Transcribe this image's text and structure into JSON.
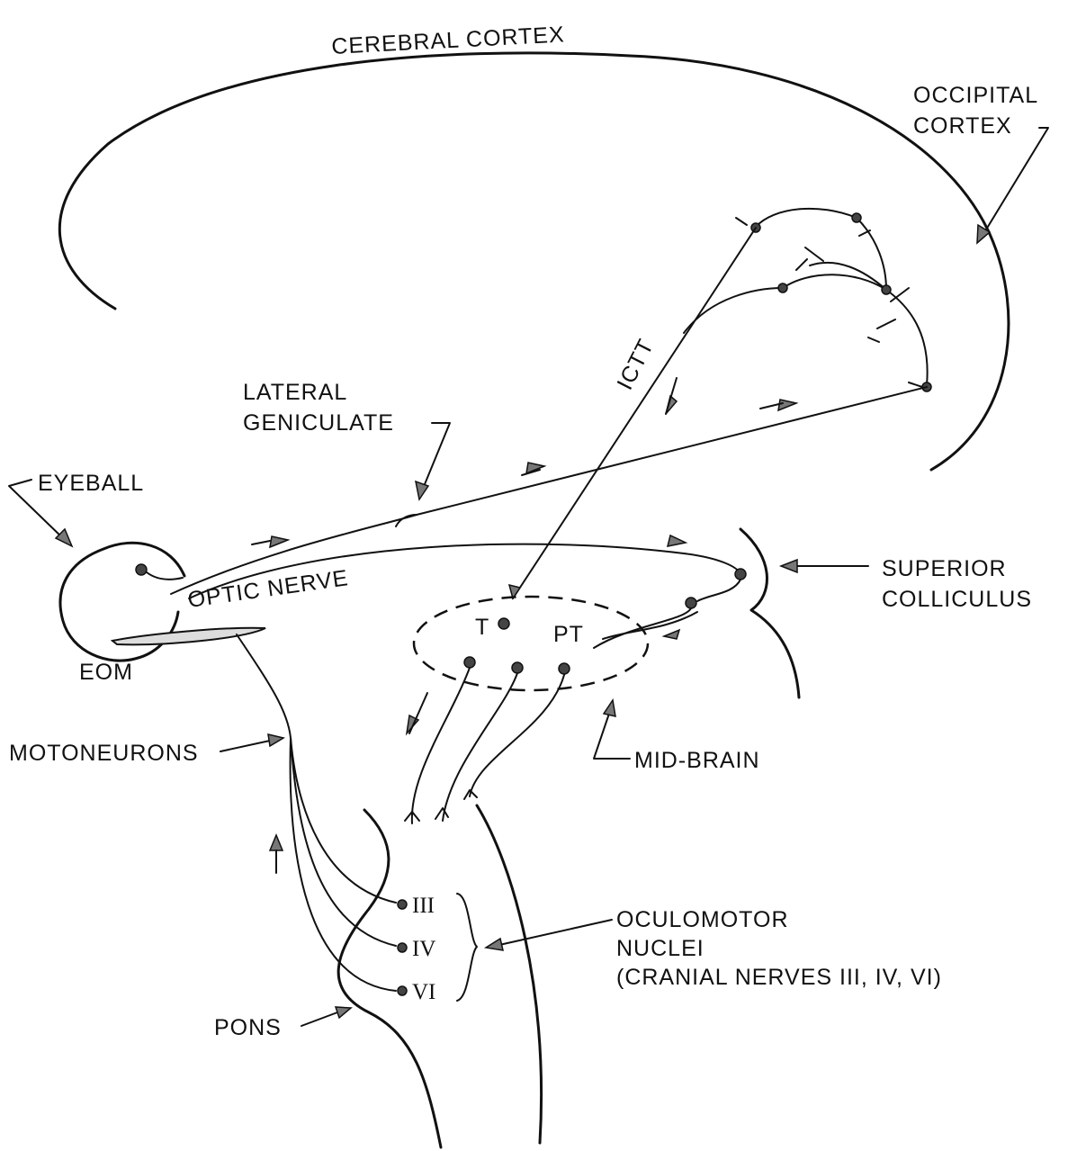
{
  "labels": {
    "cerebral_cortex": "CEREBRAL CORTEX",
    "occipital_cortex_1": "OCCIPITAL",
    "occipital_cortex_2": "CORTEX",
    "lateral_geniculate_1": "LATERAL",
    "lateral_geniculate_2": "GENICULATE",
    "eyeball": "EYEBALL",
    "optic_nerve": "OPTIC NERVE",
    "ictt": "ICTT",
    "superior_colliculus_1": "SUPERIOR",
    "superior_colliculus_2": "COLLICULUS",
    "eom": "EOM",
    "t": "T",
    "pt": "PT",
    "motoneurons": "MOTONEURONS",
    "mid_brain": "MID-BRAIN",
    "oculomotor_1": "OCULOMOTOR",
    "oculomotor_2": "NUCLEI",
    "oculomotor_3": "(CRANIAL NERVES III, IV, VI)",
    "nucleus_iii": "III",
    "nucleus_iv": "IV",
    "nucleus_vi": "VI",
    "pons": "PONS"
  },
  "colors": {
    "ink": "#111111",
    "arrow_fill": "#777777",
    "background": "#ffffff"
  }
}
